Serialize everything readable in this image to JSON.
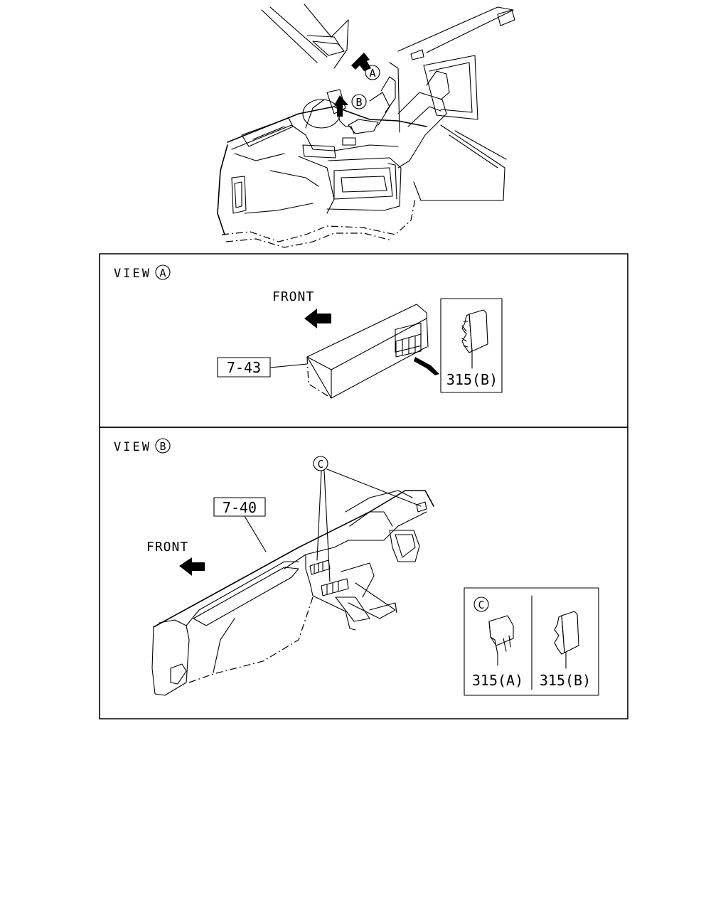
{
  "overview": {
    "callout_a": "A",
    "callout_b": "B"
  },
  "view_a": {
    "title_prefix": "VIEW",
    "title_letter": "A",
    "front_label": "FRONT",
    "part_label": "7-43",
    "inset_label": "315(B)"
  },
  "view_b": {
    "title_prefix": "VIEW",
    "title_letter": "B",
    "front_label": "FRONT",
    "part_label": "7-40",
    "callout_c": "C",
    "inset": {
      "letter": "C",
      "left_label": "315(A)",
      "right_label": "315(B)"
    }
  }
}
